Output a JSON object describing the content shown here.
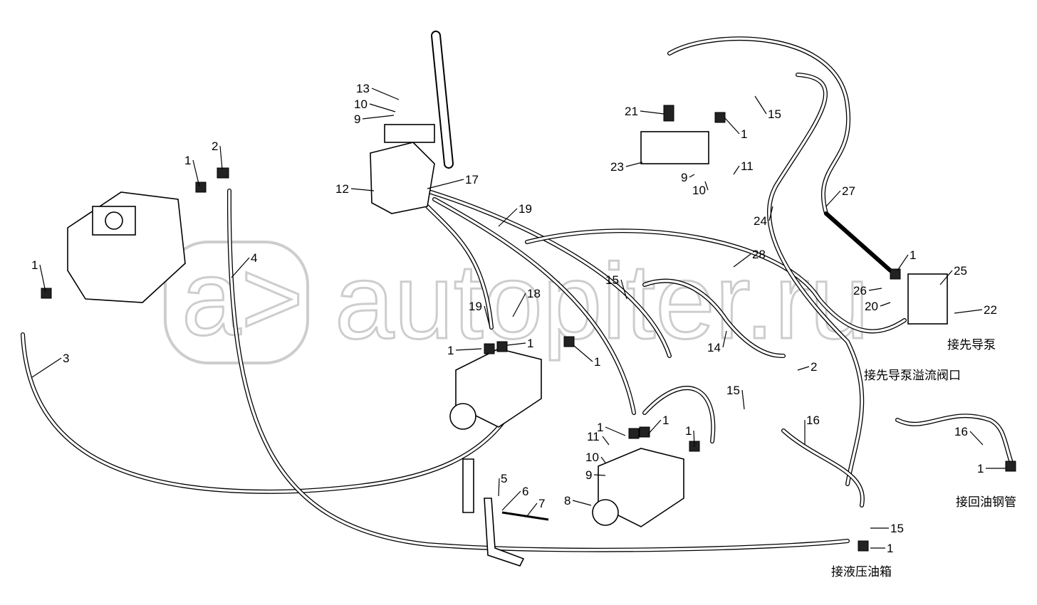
{
  "diagram": {
    "watermark": "autopiter.ru",
    "watermark_logo": "a>",
    "callouts": [
      "1",
      "2",
      "1",
      "3",
      "4",
      "13",
      "10",
      "9",
      "12",
      "17",
      "19",
      "15",
      "18",
      "19",
      "1",
      "1",
      "1",
      "28",
      "14",
      "21",
      "23",
      "9",
      "10",
      "11",
      "1",
      "15",
      "27",
      "24",
      "1",
      "25",
      "26",
      "20",
      "22",
      "2",
      "15",
      "16",
      "16",
      "1",
      "11",
      "10",
      "9",
      "8",
      "1",
      "1",
      "1",
      "5",
      "6",
      "7",
      "15",
      "1"
    ],
    "notes": {
      "pilot_pump": "接先导泵",
      "pilot_pump_relief": "接先导泵溢流阀口",
      "return_steel_pipe": "接回油钢管",
      "hydraulic_tank": "接液压油箱"
    }
  }
}
